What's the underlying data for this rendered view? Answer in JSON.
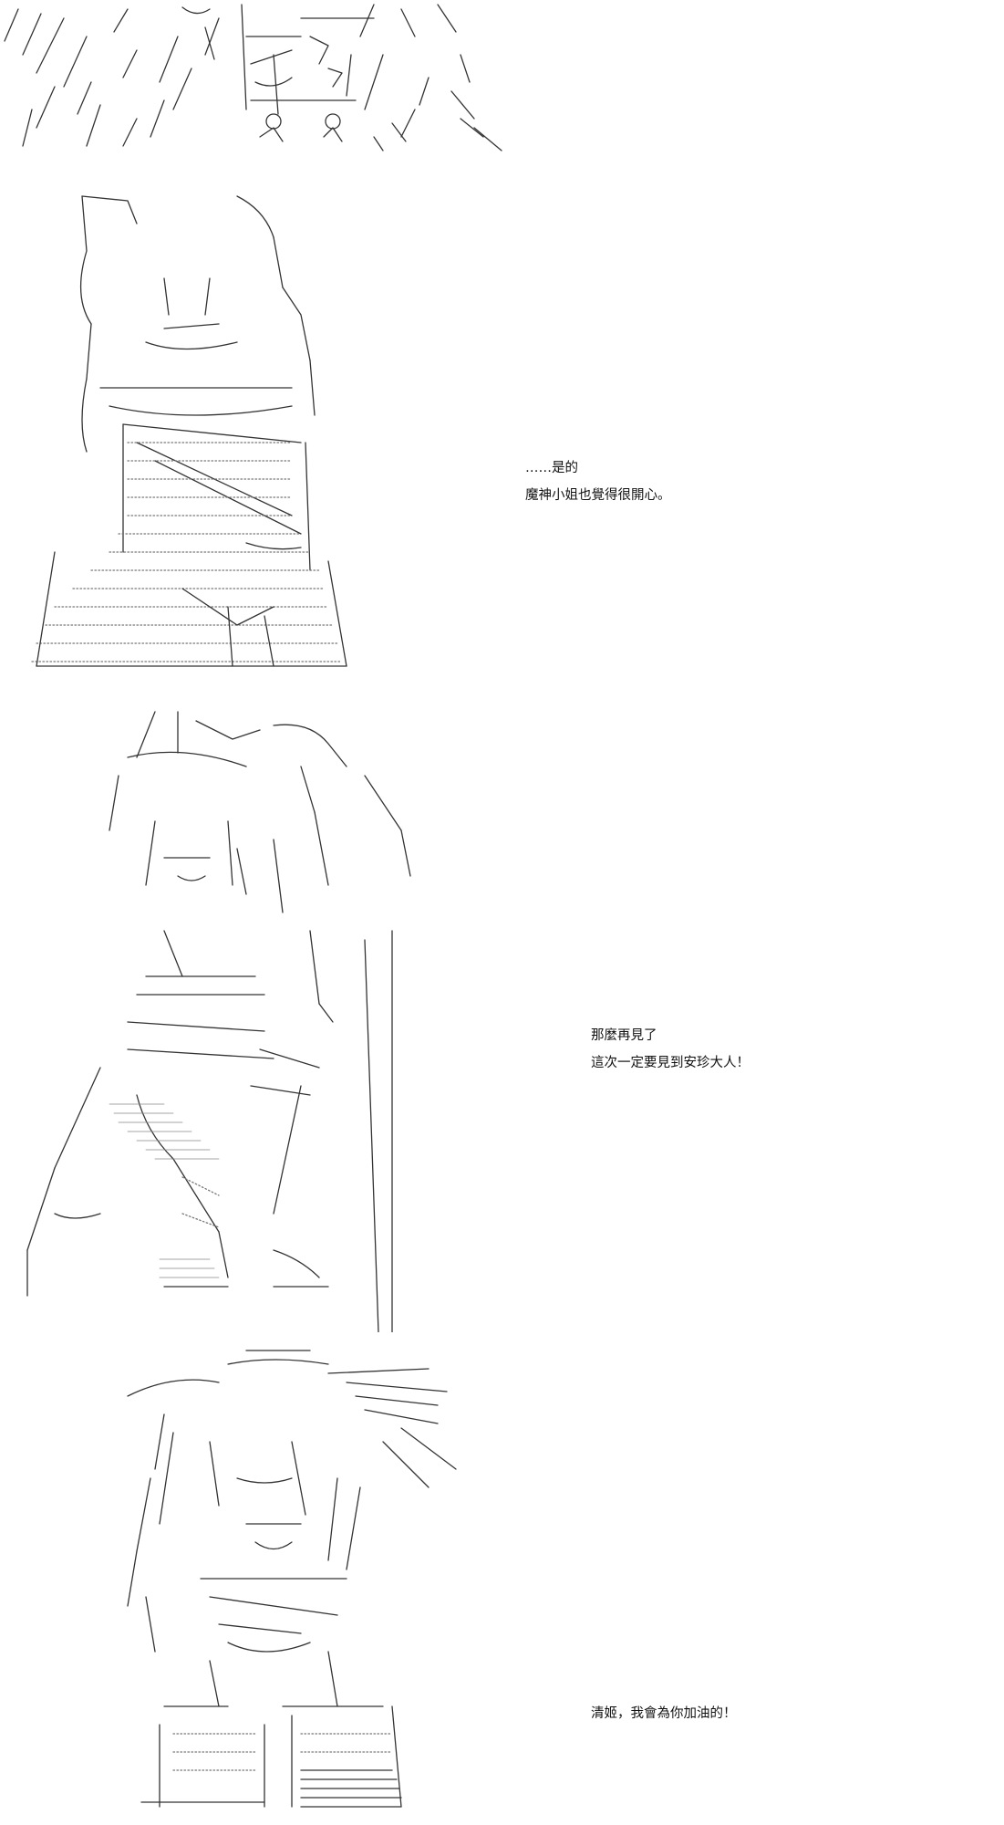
{
  "dialogues": [
    {
      "id": "dialogue-2",
      "lines": [
        "……是的",
        "魔神小姐也覺得很開心。"
      ]
    },
    {
      "id": "dialogue-3",
      "lines": [
        "那麼再見了",
        "這次一定要見到安珍大人！"
      ]
    },
    {
      "id": "dialogue-4",
      "lines": [
        "清姬，我會為你加油的！"
      ]
    }
  ],
  "colors": {
    "background": "#ffffff",
    "text": "#111111",
    "line_art": "#333333"
  }
}
